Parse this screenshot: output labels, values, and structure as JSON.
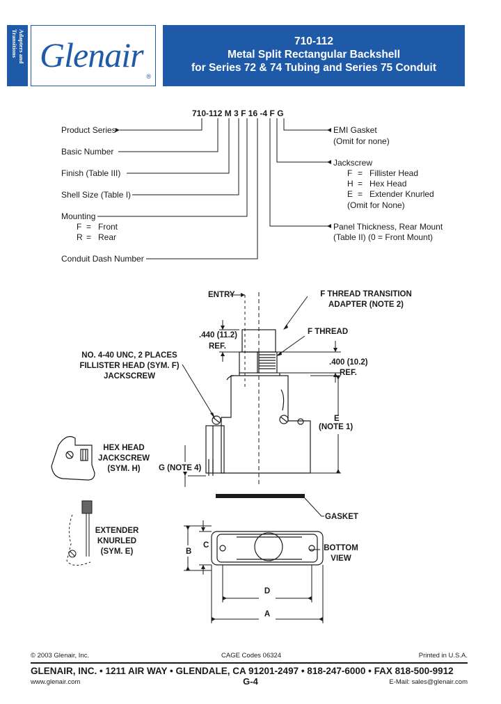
{
  "sidebar": {
    "tab_text": "Adapters and Transitions",
    "tab_color": "#1f5aa8"
  },
  "logo": {
    "text": "Glenair",
    "reg_mark": "®"
  },
  "title": {
    "part_number": "710-112",
    "line1": "Metal Split Rectangular Backshell",
    "line2": "for Series 72 & 74 Tubing and Series 75 Conduit"
  },
  "part_code": {
    "segments": [
      "710",
      "-",
      "112",
      "M",
      "3",
      "F",
      "16",
      "-4",
      "F",
      "G"
    ]
  },
  "left_callouts": {
    "product_series": "Product Series",
    "basic_number": "Basic Number",
    "finish": "Finish (Table III)",
    "shell_size": "Shell Size (Table I)",
    "mounting": "Mounting",
    "mounting_f_code": "F",
    "mounting_f_eq": "=",
    "mounting_f_text": "Front",
    "mounting_r_code": "R",
    "mounting_r_eq": "=",
    "mounting_r_text": "Rear",
    "conduit_dash": "Conduit Dash Number"
  },
  "right_callouts": {
    "emi_gasket": "EMI Gasket",
    "emi_gasket_note": "(Omit for none)",
    "jackscrew": "Jackscrew",
    "js_f_code": "F",
    "js_f_eq": "=",
    "js_f_text": "Fillister Head",
    "js_h_code": "H",
    "js_h_eq": "=",
    "js_h_text": "Hex Head",
    "js_e_code": "E",
    "js_e_eq": "=",
    "js_e_text": "Extender Knurled",
    "js_note": "(Omit for None)",
    "panel_thickness": "Panel Thickness, Rear Mount",
    "panel_thickness_note": "(Table II)  (0 = Front Mount)"
  },
  "drawing": {
    "entry": "ENTRY",
    "f_thread_transition_1": "F THREAD TRANSITION",
    "f_thread_transition_2": "ADAPTER (NOTE 2)",
    "dim_440": ".440 (11.2)",
    "ref_1": "REF.",
    "f_thread": "F THREAD",
    "dim_400": ".400 (10.2)",
    "ref_2": "REF.",
    "fillister_1": "NO. 4-40 UNC, 2 PLACES",
    "fillister_2": "FILLISTER HEAD (SYM. F)",
    "fillister_3": "JACKSCREW",
    "dim_e": "E",
    "note_1": "(NOTE 1)",
    "hex_1": "HEX HEAD",
    "hex_2": "JACKSCREW",
    "hex_3": "(SYM. H)",
    "g_note": "G (NOTE 4)",
    "gasket": "GASKET",
    "ext_1": "EXTENDER",
    "ext_2": "KNURLED",
    "ext_3": "(SYM. E)",
    "dim_c": "C",
    "dim_b": "B",
    "bottom_1": "BOTTOM",
    "bottom_2": "VIEW",
    "dim_d": "D",
    "dim_a": "A"
  },
  "footer": {
    "copyright": "© 2003 Glenair, Inc.",
    "cage": "CAGE Codes 06324",
    "printed": "Printed in U.S.A.",
    "company_line": "GLENAIR, INC. • 1211 AIR WAY • GLENDALE, CA 91201-2497 • 818-247-6000 • FAX 818-500-9912",
    "website": "www.glenair.com",
    "page": "G-4",
    "email": "E-Mail:  sales@glenair.com"
  }
}
